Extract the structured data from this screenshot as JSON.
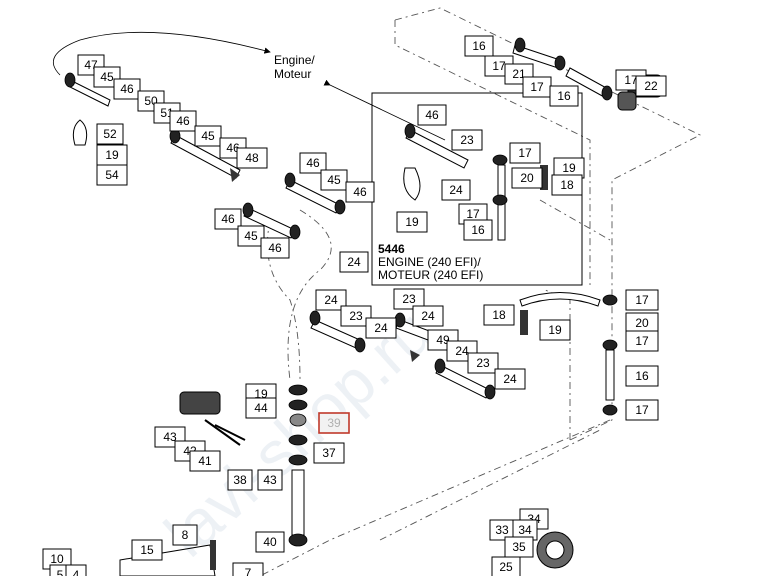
{
  "labels": {
    "engine_line1": "Engine/",
    "engine_line2": "Moteur",
    "ref_5446": "5446",
    "engine_240_line1": "ENGINE (240 EFI)/",
    "engine_240_line2": "MOTEUR (240 EFI)",
    "watermark": "lavi-shop.ru"
  },
  "colors": {
    "highlight": "#c0392b",
    "line": "#000000",
    "watermark": "#dfe6ee"
  },
  "callouts": [
    {
      "n": "47"
    },
    {
      "n": "45"
    },
    {
      "n": "46"
    },
    {
      "n": "50"
    },
    {
      "n": "51"
    },
    {
      "n": "46"
    },
    {
      "n": "52"
    },
    {
      "n": "19"
    },
    {
      "n": "54"
    },
    {
      "n": "45"
    },
    {
      "n": "46"
    },
    {
      "n": "48"
    },
    {
      "n": "46"
    },
    {
      "n": "45"
    },
    {
      "n": "46"
    },
    {
      "n": "46"
    },
    {
      "n": "45"
    },
    {
      "n": "46"
    },
    {
      "n": "16"
    },
    {
      "n": "17"
    },
    {
      "n": "21"
    },
    {
      "n": "17"
    },
    {
      "n": "16"
    },
    {
      "n": "17"
    },
    {
      "n": "22"
    },
    {
      "n": "46"
    },
    {
      "n": "23"
    },
    {
      "n": "17"
    },
    {
      "n": "19"
    },
    {
      "n": "20"
    },
    {
      "n": "18"
    },
    {
      "n": "24"
    },
    {
      "n": "19"
    },
    {
      "n": "17"
    },
    {
      "n": "16"
    },
    {
      "n": "24"
    },
    {
      "n": "23"
    },
    {
      "n": "24"
    },
    {
      "n": "23"
    },
    {
      "n": "24"
    },
    {
      "n": "24"
    },
    {
      "n": "49"
    },
    {
      "n": "24"
    },
    {
      "n": "23"
    },
    {
      "n": "24"
    },
    {
      "n": "18"
    },
    {
      "n": "19"
    },
    {
      "n": "17"
    },
    {
      "n": "20"
    },
    {
      "n": "17"
    },
    {
      "n": "16"
    },
    {
      "n": "17"
    },
    {
      "n": "19"
    },
    {
      "n": "44"
    },
    {
      "n": "39"
    },
    {
      "n": "37"
    },
    {
      "n": "43"
    },
    {
      "n": "42"
    },
    {
      "n": "41"
    },
    {
      "n": "38"
    },
    {
      "n": "43"
    },
    {
      "n": "40"
    },
    {
      "n": "8"
    },
    {
      "n": "15"
    },
    {
      "n": "10"
    },
    {
      "n": "5"
    },
    {
      "n": "4"
    },
    {
      "n": "7"
    },
    {
      "n": "34"
    },
    {
      "n": "33"
    },
    {
      "n": "34"
    },
    {
      "n": "35"
    },
    {
      "n": "25"
    }
  ]
}
